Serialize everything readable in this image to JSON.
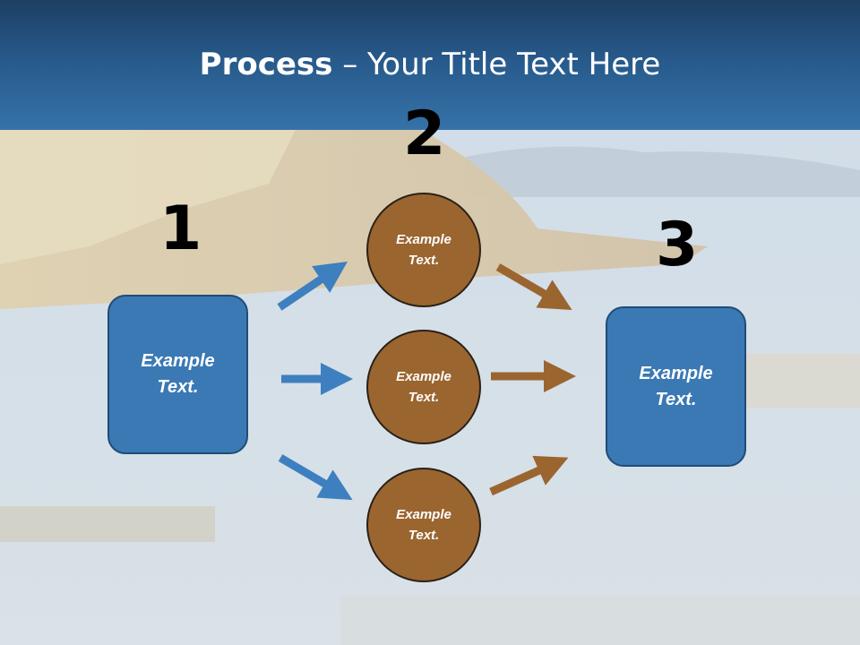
{
  "slide": {
    "title_bold": "Process",
    "title_dash": "–",
    "title_rest": "Your Title Text Here"
  },
  "steps": [
    {
      "number": "1",
      "label": "Example Text."
    },
    {
      "number": "2",
      "items": [
        "Example Text.",
        "Example Text.",
        "Example Text."
      ]
    },
    {
      "number": "3",
      "label": "Example Text."
    }
  ],
  "colors": {
    "header": "#27598a",
    "box_fill": "#3b79b4",
    "circle_fill": "#9b6530",
    "arrow_blue": "#3e7fbf",
    "arrow_brown": "#9b6530"
  }
}
